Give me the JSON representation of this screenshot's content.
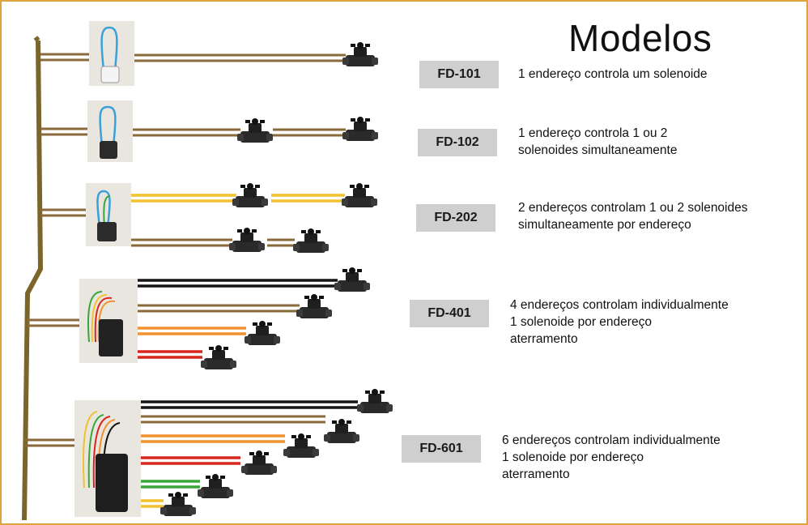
{
  "title": "Modelos",
  "models": [
    {
      "code": "FD-101",
      "description": "1 endereço controla um solenoide"
    },
    {
      "code": "FD-102",
      "description": "1 endereço controla 1 ou 2\n  solenoides simultaneamente"
    },
    {
      "code": "FD-202",
      "description": "2 endereços controlam 1 ou 2 solenoides\nsimultaneamente por endereço"
    },
    {
      "code": "FD-401",
      "description": "4 endereços controlam individualmente\n1 solenoide por endereço\naterramento"
    },
    {
      "code": "FD-601",
      "description": "6 endereços controlam individualmente\n1 solenoide por endereço\naterramento"
    }
  ],
  "colors": {
    "border": "#e0a53a",
    "trunk": "#7b6528",
    "wire_brown": "#8a6a3a",
    "wire_yellow": "#f2c12e",
    "wire_black": "#151515",
    "wire_orange": "#f0922e",
    "wire_red": "#d8261e",
    "wire_green": "#3aa63a",
    "label_bg": "#cfcfcf"
  }
}
